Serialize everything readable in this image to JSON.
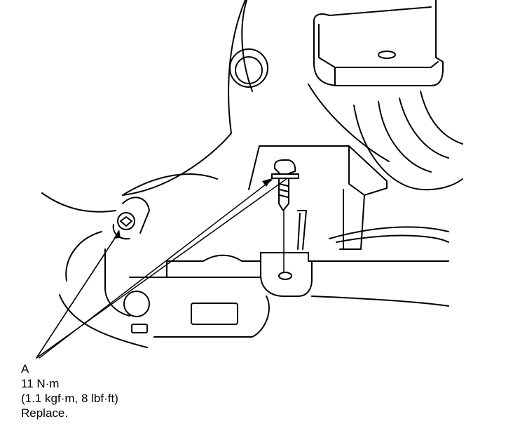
{
  "callout": {
    "letter": "A",
    "torque_nm": "11 N·m",
    "torque_alt": "(1.1 kgf·m, 8 lbf·ft)",
    "note": "Replace."
  },
  "colors": {
    "line": "#000000",
    "background": "#ffffff"
  }
}
